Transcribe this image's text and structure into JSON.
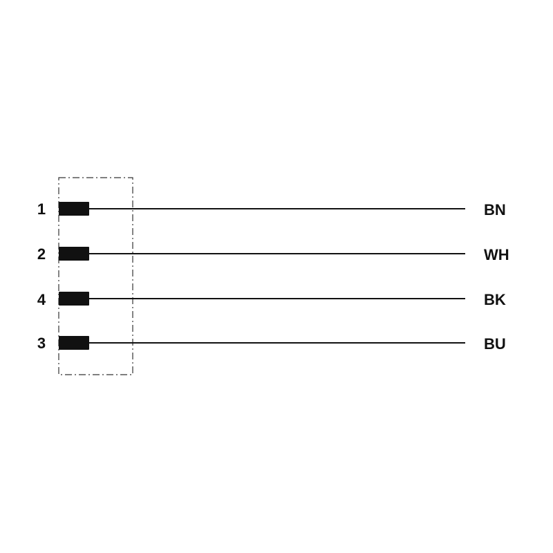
{
  "pins": [
    {
      "number": "1",
      "color_code": "BN"
    },
    {
      "number": "2",
      "color_code": "WH"
    },
    {
      "number": "4",
      "color_code": "BK"
    },
    {
      "number": "3",
      "color_code": "BU"
    }
  ],
  "colors": {
    "line": "#111111",
    "housing_outline": "#333333",
    "background": "#ffffff"
  }
}
